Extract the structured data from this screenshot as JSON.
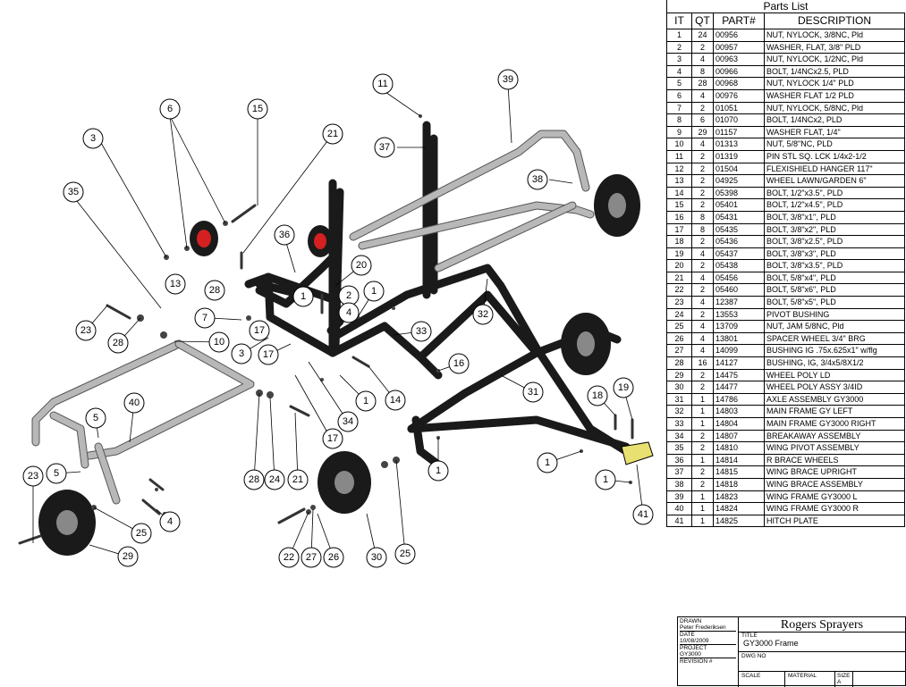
{
  "parts_list": {
    "title": "Parts List",
    "columns": [
      "IT",
      "QT",
      "PART#",
      "DESCRIPTION"
    ],
    "rows": [
      [
        "1",
        "24",
        "00956",
        "NUT, NYLOCK, 3/8NC, Pld"
      ],
      [
        "2",
        "2",
        "00957",
        "WASHER, FLAT, 3/8\" PLD"
      ],
      [
        "3",
        "4",
        "00963",
        "NUT, NYLOCK, 1/2NC, Pld"
      ],
      [
        "4",
        "8",
        "00966",
        "BOLT, 1/4NCx2.5, PLD"
      ],
      [
        "5",
        "28",
        "00968",
        "NUT, NYLOCK 1/4\" PLD"
      ],
      [
        "6",
        "4",
        "00976",
        "WASHER FLAT 1/2 PLD"
      ],
      [
        "7",
        "2",
        "01051",
        "NUT, NYLOCK, 5/8NC, Pld"
      ],
      [
        "8",
        "6",
        "01070",
        "BOLT, 1/4NCx2, PLD"
      ],
      [
        "9",
        "29",
        "01157",
        "WASHER FLAT, 1/4\""
      ],
      [
        "10",
        "4",
        "01313",
        "NUT, 5/8\"NC, PLD"
      ],
      [
        "11",
        "2",
        "01319",
        "PIN STL SQ. LCK 1/4x2-1/2"
      ],
      [
        "12",
        "2",
        "01504",
        "FLEXISHIELD HANGER 117\""
      ],
      [
        "13",
        "2",
        "04925",
        "WHEEL LAWN/GARDEN 6\""
      ],
      [
        "14",
        "2",
        "05398",
        "BOLT, 1/2\"x3.5\", PLD"
      ],
      [
        "15",
        "2",
        "05401",
        "BOLT, 1/2\"x4.5\", PLD"
      ],
      [
        "16",
        "8",
        "05431",
        "BOLT, 3/8\"x1\", PLD"
      ],
      [
        "17",
        "8",
        "05435",
        "BOLT, 3/8\"x2\", PLD"
      ],
      [
        "18",
        "2",
        "05436",
        "BOLT, 3/8\"x2.5\", PLD"
      ],
      [
        "19",
        "4",
        "05437",
        "BOLT, 3/8\"x3\", PLD"
      ],
      [
        "20",
        "2",
        "05438",
        "BOLT, 3/8\"x3.5\", PLD"
      ],
      [
        "21",
        "4",
        "05456",
        "BOLT, 5/8\"x4\", PLD"
      ],
      [
        "22",
        "2",
        "05460",
        "BOLT, 5/8\"x6\", PLD"
      ],
      [
        "23",
        "4",
        "12387",
        "BOLT, 5/8\"x5\", PLD"
      ],
      [
        "24",
        "2",
        "13553",
        "PIVOT BUSHING"
      ],
      [
        "25",
        "4",
        "13709",
        "NUT, JAM 5/8NC, Pld"
      ],
      [
        "26",
        "4",
        "13801",
        "SPACER WHEEL 3/4\" BRG"
      ],
      [
        "27",
        "4",
        "14099",
        "BUSHING IG .75x.625x1\" w/flg"
      ],
      [
        "28",
        "16",
        "14127",
        "BUSHING, IG, 3/4x5/8X1/2"
      ],
      [
        "29",
        "2",
        "14475",
        "WHEEL POLY LD"
      ],
      [
        "30",
        "2",
        "14477",
        "WHEEL POLY ASSY 3/4ID"
      ],
      [
        "31",
        "1",
        "14786",
        "AXLE ASSEMBLY GY3000"
      ],
      [
        "32",
        "1",
        "14803",
        "MAIN FRAME GY LEFT"
      ],
      [
        "33",
        "1",
        "14804",
        "MAIN FRAME GY3000 RIGHT"
      ],
      [
        "34",
        "2",
        "14807",
        "BREAKAWAY ASSEMBLY"
      ],
      [
        "35",
        "2",
        "14810",
        "WING PIVOT ASSEMBLY"
      ],
      [
        "36",
        "1",
        "14814",
        "R BRACE WHEELS"
      ],
      [
        "37",
        "2",
        "14815",
        "WING BRACE UPRIGHT"
      ],
      [
        "38",
        "2",
        "14818",
        "WING BRACE ASSEMBLY"
      ],
      [
        "39",
        "1",
        "14823",
        "WING FRAME GY3000 L"
      ],
      [
        "40",
        "1",
        "14824",
        "WING FRAME GY3000 R"
      ],
      [
        "41",
        "1",
        "14825",
        "HITCH PLATE"
      ]
    ]
  },
  "title_block": {
    "drawn_label": "DRAWN",
    "drawn_by": "Peter Frederiksen",
    "date_label": "DATE",
    "date": "10/08/2009",
    "project_label": "PROJECT",
    "project": "GY3000",
    "revision_label": "REVISION #",
    "company": "Rogers Sprayers",
    "title_label": "TITLE",
    "title": "GY3000 Frame",
    "dwg_label": "DWG NO",
    "scale_label": "SCALE",
    "material_label": "MATERIAL",
    "size_label": "SIZE",
    "size": "A"
  },
  "balloons": [
    "1",
    "1",
    "1",
    "1",
    "1",
    "1",
    "2",
    "3",
    "3",
    "4",
    "4",
    "5",
    "5",
    "6",
    "7",
    "10",
    "11",
    "13",
    "14",
    "15",
    "16",
    "17",
    "17",
    "17",
    "18",
    "19",
    "20",
    "21",
    "21",
    "22",
    "23",
    "23",
    "24",
    "25",
    "25",
    "26",
    "27",
    "28",
    "28",
    "28",
    "29",
    "30",
    "31",
    "32",
    "33",
    "34",
    "35",
    "36",
    "37",
    "38",
    "39",
    "40",
    "41"
  ],
  "colors": {
    "frame_dark": "#1a1a1a",
    "frame_light": "#b8b8b8",
    "wheel_hub_red": "#d42020"
  }
}
